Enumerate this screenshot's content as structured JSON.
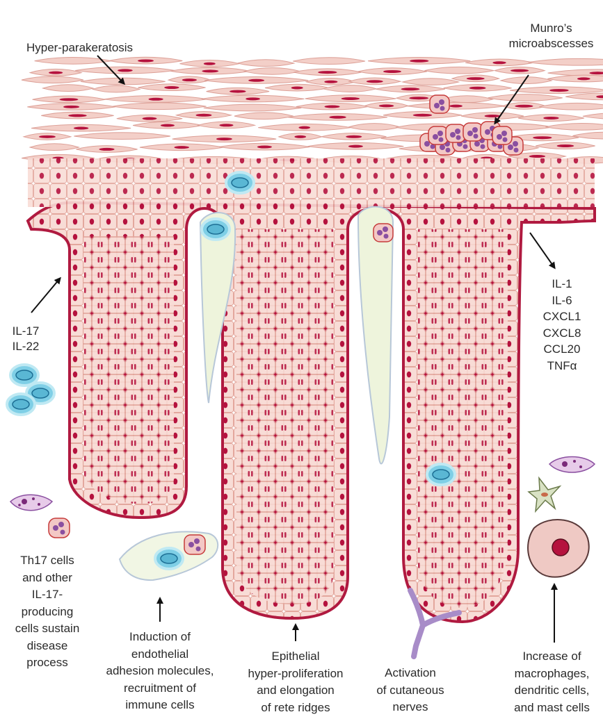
{
  "labels": {
    "hyper_parakeratosis": "Hyper-parakeratosis",
    "munro": [
      "Munro’s",
      "microabscesses"
    ],
    "il17_il22": [
      "IL-17",
      "IL-22"
    ],
    "cytokines": [
      "IL-1",
      "IL-6",
      "CXCL1",
      "CXCL8",
      "CCL20",
      "TNFα"
    ],
    "th17": [
      "Th17 cells",
      "and other",
      "IL-17-",
      "producing",
      "cells sustain",
      "disease",
      "process"
    ],
    "endothelial": [
      "Induction of",
      "endothelial",
      "adhesion molecules,",
      "recruitment of",
      "immune cells"
    ],
    "epithelial": [
      "Epithelial",
      "hyper-proliferation",
      "and elongation",
      "of rete ridges"
    ],
    "nerves": [
      "Activation",
      "of cutaneous",
      "nerves"
    ],
    "macrophages": [
      "Increase of",
      "macrophages,",
      "dendritic cells,",
      "and mast cells"
    ]
  },
  "colors": {
    "epidermis_fill": "#f6d3cc",
    "cell_outline": "#e6a9a0",
    "nucleus": "#b5123e",
    "basement": "#b01a40",
    "stratum_corneum": "#f1c8c1",
    "lymphocyte": "#7fcfe6",
    "neutrophil": "#8a4fa0",
    "vessel": "#eef4dc",
    "nerve": "#a88cc8",
    "macrophage": "#e9bcb8"
  },
  "icons": {
    "lymphocyte": "lymphocyte-icon",
    "neutrophil": "neutrophil-icon",
    "mast_cell": "mast-cell-icon",
    "dendritic_cell": "dendritic-cell-icon",
    "macrophage": "macrophage-icon",
    "nerve": "nerve-icon"
  }
}
